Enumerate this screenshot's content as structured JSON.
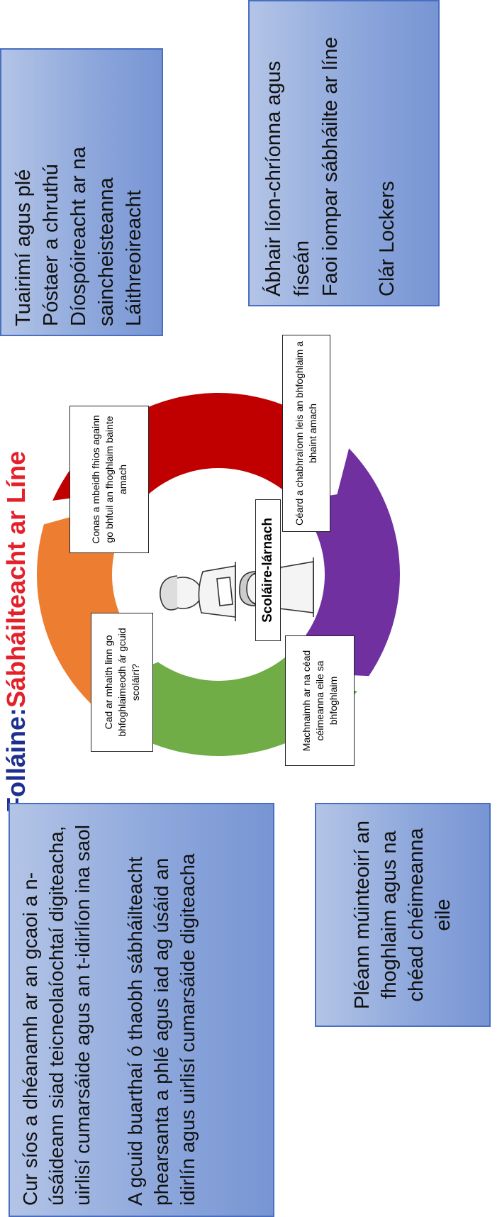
{
  "title": {
    "part1": "Folláine:",
    "part2": "Sábháilteacht ar Líne"
  },
  "colors": {
    "title_part1": "#1f2f8f",
    "title_part2": "#e4202a",
    "segment_orange": "#ed7d31",
    "segment_red": "#c00000",
    "segment_purple": "#7030a0",
    "segment_green": "#70ad47",
    "box_blue": "#8ea8dc"
  },
  "boxes": {
    "left": "Cur síos a dhéanamh ar an gcaoi a n-úsáideann siad teicneolaíochtaí digiteacha, uirlisí cumarsáide agus an t-idirlíon ina saol\n\nA gcuid buarthaí ó thaobh sábháilteacht phearsanta a phlé agus iad ag úsáid an idirlín agus uirlisí cumarsáide digiteacha",
    "bottom_left": "Pléann múinteoirí an fhoghlaim agus na chéad chéimeanna eile",
    "top_right": "Tuairimí agus plé\nPóstaer a chruthú\nDíospóireacht ar na saincheisteanna\nLáithreoireacht",
    "right": "Ábhair líon-chríonna agus físeán\nFaoi iompar sábháilte ar líne\n\nClár Lockers"
  },
  "cycle": {
    "center_label": "Scoláire-lárnach",
    "steps": [
      "Cad ar mhaith linn go bhfoghlaimeodh ár gcuid scoláirí?",
      "Conas a mbeidh fhios againn go bhfuil an fhoghlaim bainte amach",
      "Céard a chabhraíonn leis an bhfoghlaim a bhaint amach",
      "Machnaimh ar na céad céimeanna eile sa bhfoghlaim"
    ]
  },
  "icons": [
    "student-figure-icon",
    "student-figure-icon"
  ]
}
